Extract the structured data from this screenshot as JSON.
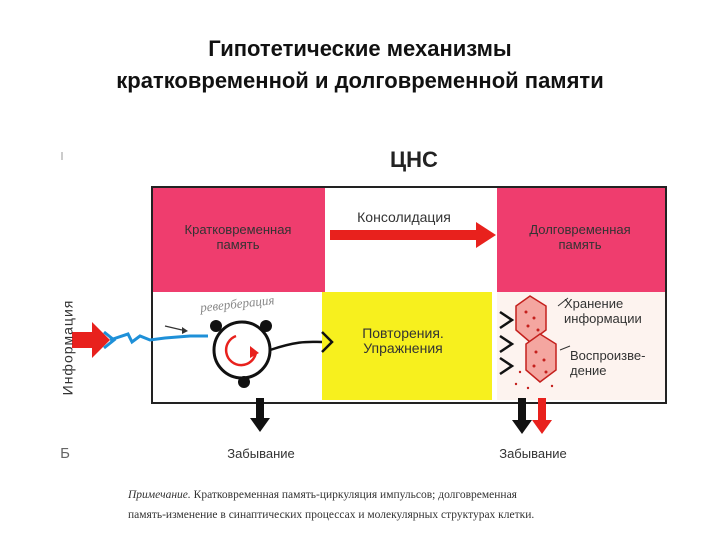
{
  "title": {
    "line1": "Гипотетические механизмы",
    "line2": "кратковременной и долговременной памяти"
  },
  "diagram": {
    "header": "ЦНС",
    "short_term": "Кратковременная\nпамять",
    "consolidation": "Консолидация",
    "long_term": "Долговременная\nпамять",
    "reverberation": "реверберация",
    "repetition": "Повторения.\nУпражнения",
    "storage": "Хранение\nинформации",
    "retrieval": "Воспроизве-\nдение",
    "input": "Информация",
    "forgetting_left": "Забывание",
    "forgetting_right": "Забывание",
    "panel_letter": "Б"
  },
  "note": {
    "prefix": "Примечание.",
    "line1": "Кратковременная память-циркуляция импульсов; долговременная",
    "line2": "память-изменение в синаптических процессах и молекулярных структурах клетки."
  },
  "colors": {
    "pink": "#ef3d6e",
    "yellow": "#f7f01e",
    "red_arrow": "#e8211d",
    "blue": "#1e90d8"
  }
}
